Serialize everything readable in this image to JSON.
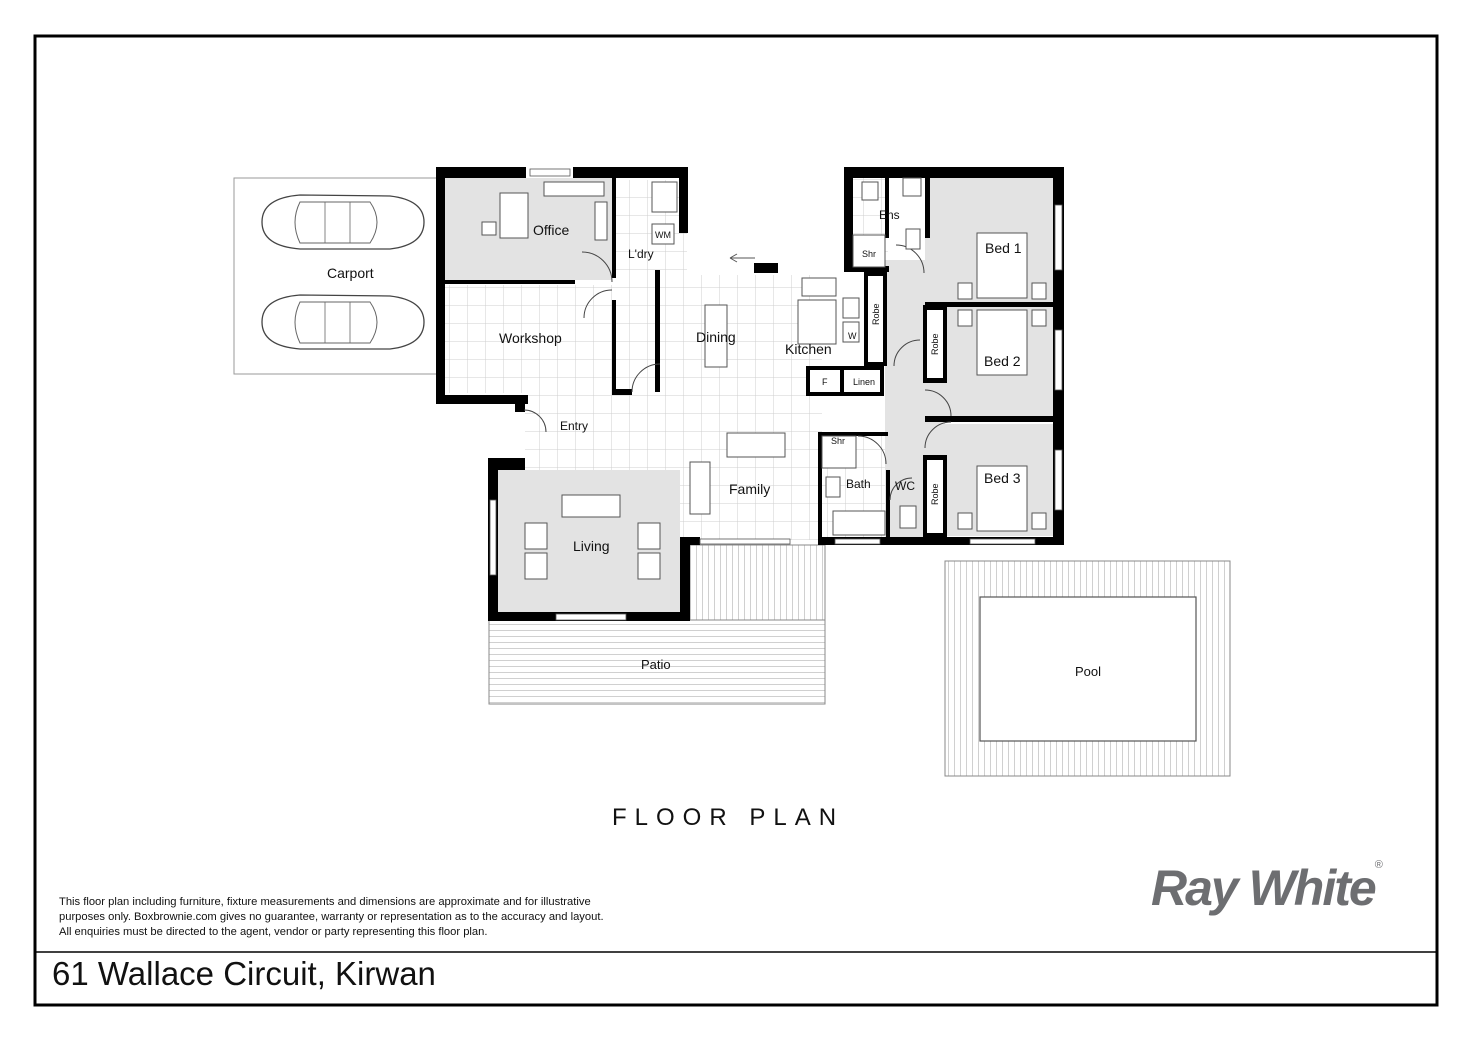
{
  "title": "FLOOR PLAN",
  "address": "61 Wallace Circuit, Kirwan",
  "brand": {
    "name": "Ray White",
    "mark": "®",
    "color": "#6d6e71"
  },
  "disclaimer_lines": [
    "This floor plan including furniture, fixture measurements and dimensions are approximate and for illustrative",
    "purposes only. Boxbrownie.com gives no guarantee, warranty or representation as to the accuracy and layout.",
    "All enquiries must be directed to the agent, vendor or party representing this floor plan."
  ],
  "rooms": {
    "carport": "Carport",
    "office": "Office",
    "laundry": "L'dry",
    "workshop": "Workshop",
    "dining": "Dining",
    "kitchen": "Kitchen",
    "entry": "Entry",
    "family": "Family",
    "living": "Living",
    "patio": "Patio",
    "ensuite": "Ens",
    "bed1": "Bed 1",
    "bed2": "Bed 2",
    "bed3": "Bed 3",
    "bath": "Bath",
    "wc": "WC",
    "pool": "Pool"
  },
  "fixtures": {
    "washing_machine": "WM",
    "shower_ensuite": "Shr",
    "shower_bath": "Shr",
    "robe1": "Robe",
    "robe2": "Robe",
    "robe3": "Robe",
    "fridge": "F",
    "linen": "Linen",
    "dishwasher": "W"
  },
  "colors": {
    "wall": "#000000",
    "room_fill": "#e3e3e3",
    "grid_line": "#d0d0d0",
    "outline": "#9a9a9a"
  }
}
